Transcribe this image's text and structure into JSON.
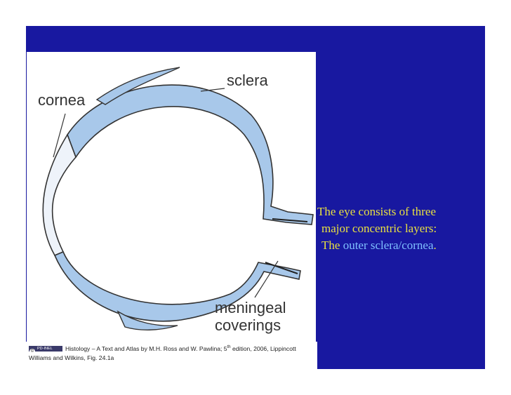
{
  "diagram": {
    "labels": {
      "sclera": "sclera",
      "cornea": "cornea",
      "meningeal_line1": "meningeal",
      "meningeal_line2": "coverings"
    },
    "colors": {
      "sclera_fill": "#a8c8ea",
      "cornea_fill": "#eef3fa",
      "outline": "#333333"
    }
  },
  "caption": {
    "license_badge": "PD-INEL",
    "text_line1": "Histology – A Text and Atlas by M.H. Ross and W. Pawlina; 5",
    "superscript": "th",
    "text_line1_end": " edition, 2006, Lippincott",
    "text_line2": "Williams and Wilkins, Fig. 24.1a"
  },
  "slide_text": {
    "line1": "The eye consists of three",
    "line2": "major concentric layers:",
    "line3_prefix": "The ",
    "line3_highlight": "outer sclera/cornea",
    "line3_suffix": "."
  },
  "colors": {
    "slide_background": "#1818a0",
    "text_yellow": "#e8e040",
    "text_highlight": "#7fc0ff"
  }
}
